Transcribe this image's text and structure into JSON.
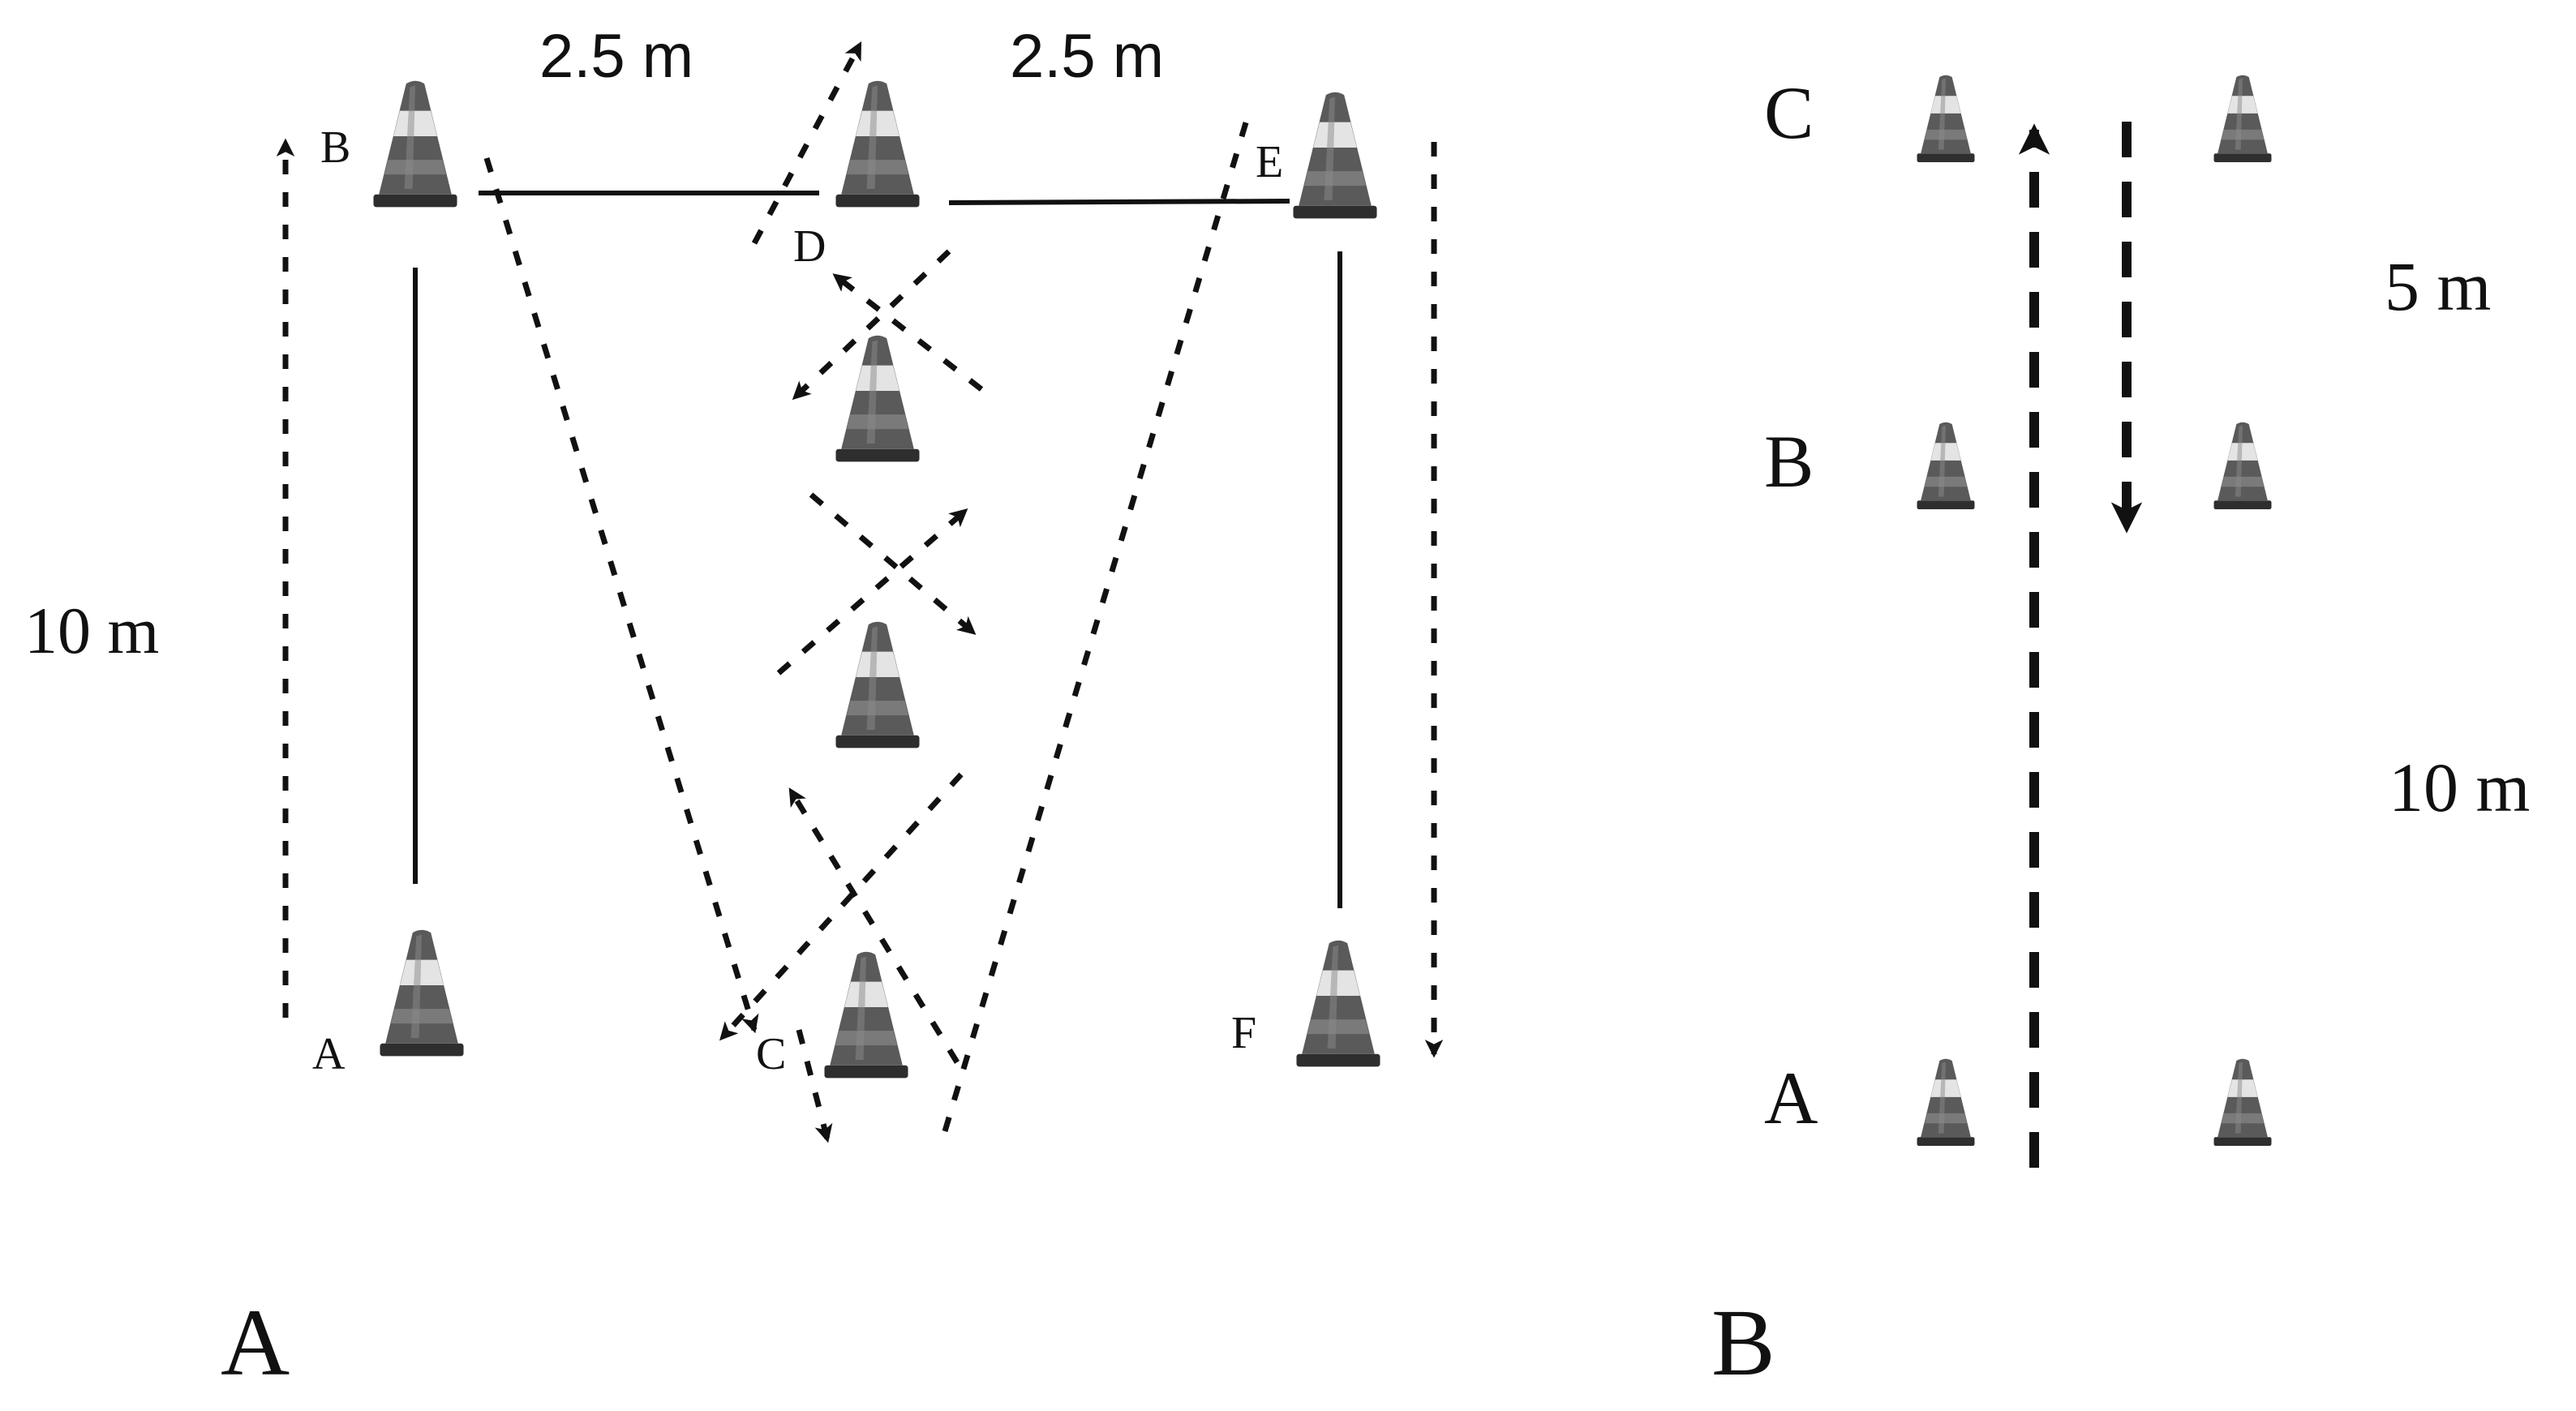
{
  "panel_a": {
    "panel_label": "A",
    "dim_left": "2.5 m",
    "dim_right": "2.5 m",
    "dim_height": "10 m",
    "points": {
      "a": "A",
      "b": "B",
      "c": "C",
      "d": "D",
      "e": "E",
      "f": "F"
    }
  },
  "panel_b": {
    "panel_label": "B",
    "dim_upper": "5 m",
    "dim_lower": "10 m",
    "points": {
      "a": "A",
      "b": "B",
      "c": "C"
    }
  },
  "colors": {
    "ink": "#111111",
    "cone_dark": "#5a5a5a",
    "cone_band": "#e4e4e4",
    "cone_base": "#2e2e2e"
  }
}
